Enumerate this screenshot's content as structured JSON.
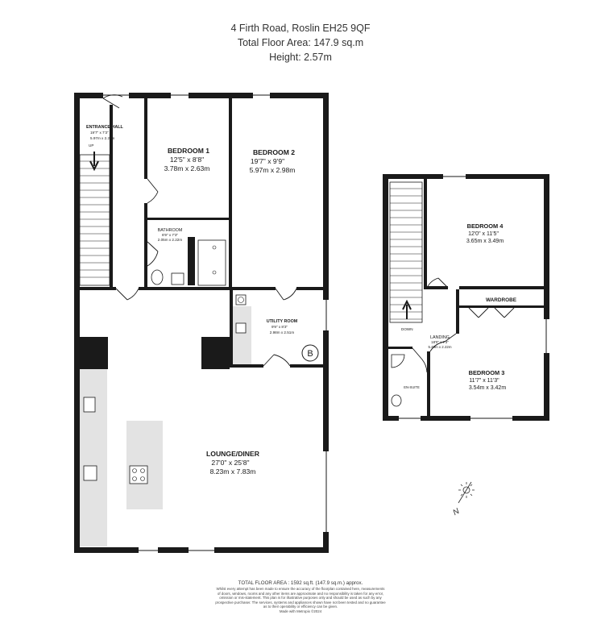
{
  "header": {
    "address": "4 Firth Road, Roslin EH25 9QF",
    "total_area": "Total Floor Area: 147.9 sq.m",
    "height": "Height: 2.57m"
  },
  "rooms": {
    "entrance_hall": {
      "name": "ENTRANCE HALL",
      "imperial": "19'7\" x 7'3\"",
      "metric": "5.97m x 2.22m",
      "stair_label": "UP"
    },
    "bedroom1": {
      "name": "BEDROOM 1",
      "imperial": "12'5\" x 8'8\"",
      "metric": "3.78m x 2.63m"
    },
    "bedroom2": {
      "name": "BEDROOM 2",
      "imperial": "19'7\" x 9'9\"",
      "metric": "5.97m x 2.98m"
    },
    "bathroom": {
      "name": "BATHROOM",
      "imperial": "6'9\" x 7'3\"",
      "metric": "2.05m x 2.22m"
    },
    "utility": {
      "name": "UTILITY ROOM",
      "imperial": "9'9\" x 8'3\"",
      "metric": "2.98m x 2.51m",
      "boiler": "B"
    },
    "lounge": {
      "name": "LOUNGE/DINER",
      "imperial": "27'0\" x 25'8\"",
      "metric": "8.23m x 7.83m"
    },
    "bedroom4": {
      "name": "BEDROOM 4",
      "imperial": "12'0\" x 11'5\"",
      "metric": "3.65m x 3.49m"
    },
    "wardrobe": {
      "name": "WARDROBE"
    },
    "landing": {
      "name": "LANDING",
      "imperial": "18'0\" x 7'3\"",
      "metric": "5.49m x 2.22m",
      "stair_label": "DOWN"
    },
    "bedroom3": {
      "name": "BEDROOM 3",
      "imperial": "11'7\" x 11'3\"",
      "metric": "3.54m x 3.42m"
    },
    "ensuite": {
      "name": "EN-SUITE"
    }
  },
  "compass": {
    "label": "N"
  },
  "footer": {
    "total": "TOTAL FLOOR AREA : 1592 sq.ft. (147.9 sq.m.) approx.",
    "disclaimer": [
      "Whilst every attempt has been made to ensure the accuracy of the floorplan contained here, measurements",
      "of doors, windows, rooms and any other items are approximate and no responsibility is taken for any error,",
      "omission or mis-statement. This plan is for illustrative purposes only and should be used as such by any",
      "prospective purchaser. The services, systems and appliances shown have not been tested and no guarantee",
      "as to their operability or efficiency can be given.",
      "Made with Metropix ©2024"
    ]
  }
}
